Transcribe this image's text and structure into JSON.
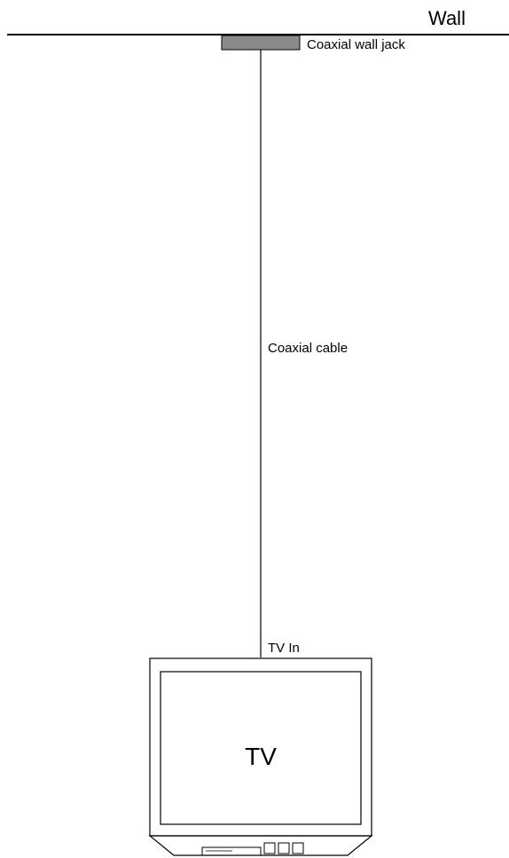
{
  "labels": {
    "wall": "Wall",
    "wall_jack": "Coaxial wall jack",
    "cable": "Coaxial cable",
    "tv_in": "TV In",
    "tv": "TV"
  },
  "colors": {
    "line": "#000000",
    "jack_fill": "#8a8a8a",
    "background": "#ffffff"
  }
}
